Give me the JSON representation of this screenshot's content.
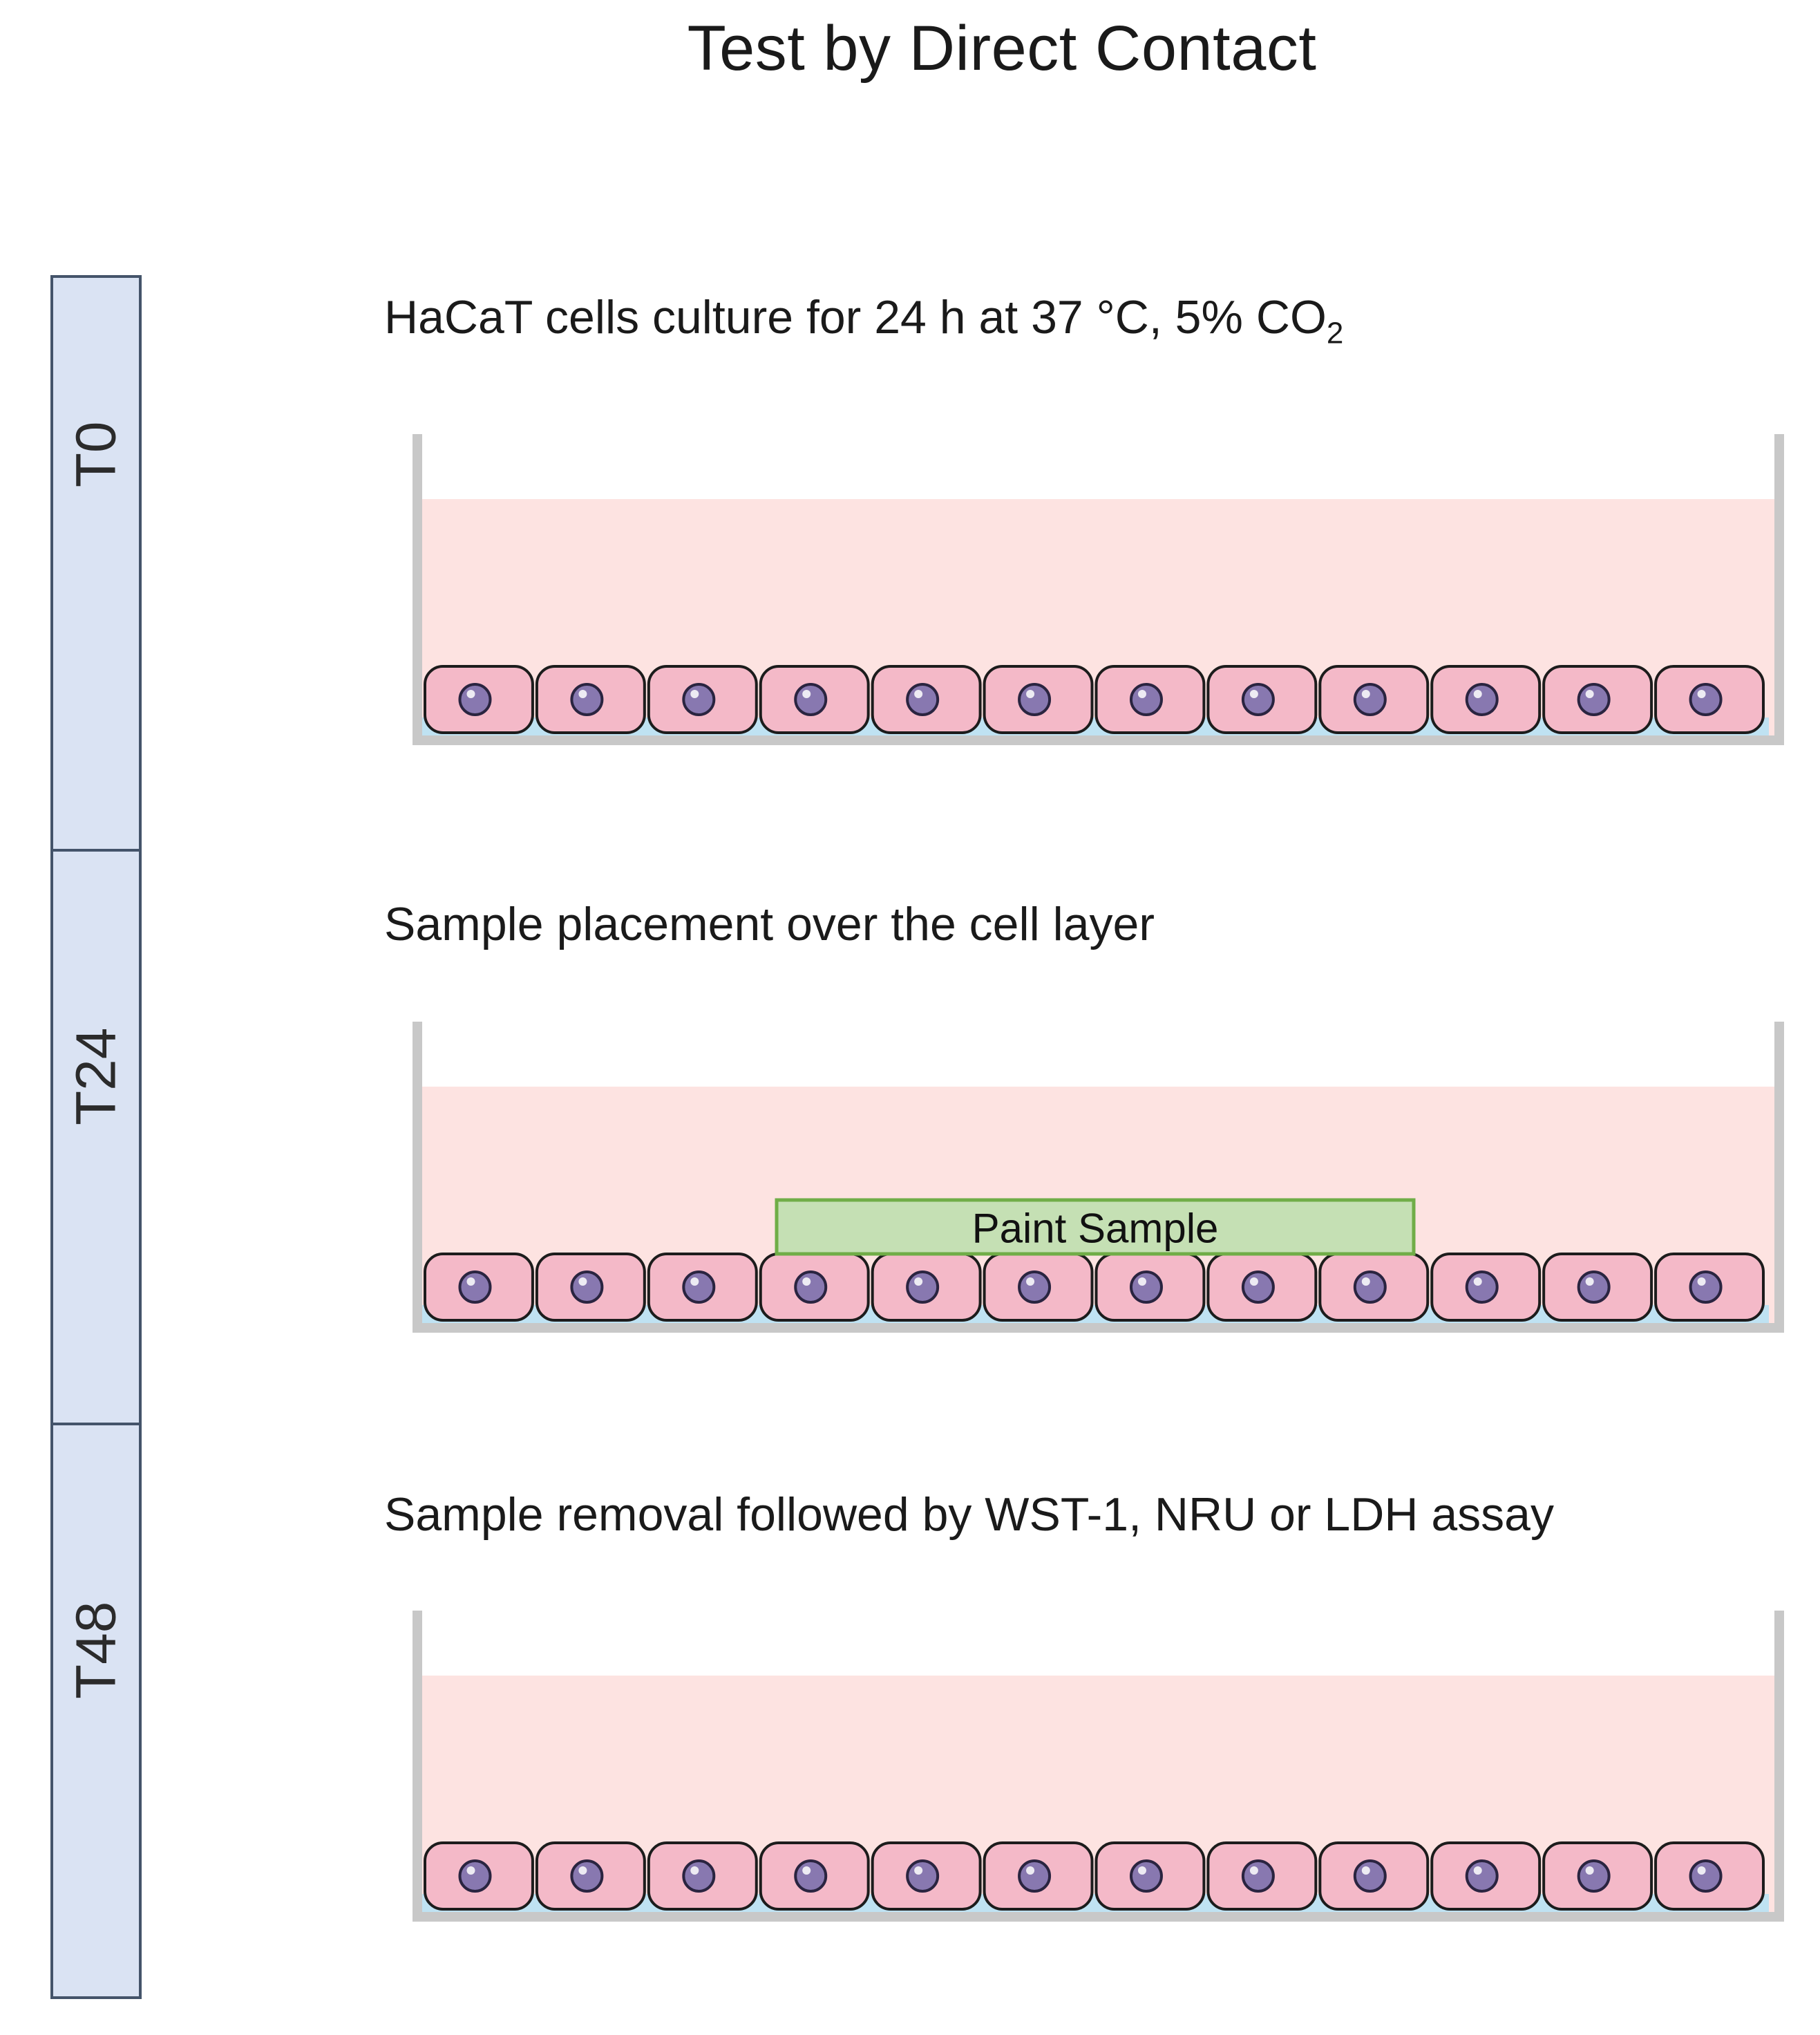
{
  "title": "Test by Direct Contact",
  "timepoints": [
    "T0",
    "T24",
    "T48"
  ],
  "steps": [
    {
      "caption": "HaCaT cells culture for 24 h at 37 °C, 5% CO",
      "caption_sub": "2",
      "has_sample": false
    },
    {
      "caption": "Sample placement over the cell layer",
      "caption_sub": "",
      "has_sample": true,
      "sample_label": "Paint Sample"
    },
    {
      "caption": "Sample removal followed by WST-1, NRU or LDH assay",
      "caption_sub": "",
      "has_sample": false
    }
  ],
  "cells_per_well": 12,
  "colors": {
    "timeline_fill": "#dae3f3",
    "timeline_stroke": "#44546a",
    "medium": "#fde3e1",
    "well_wall": "#c8c8c8",
    "cell_fill": "#f4b9c8",
    "cell_stroke": "#1c1c1c",
    "nucleus": "#8878b0",
    "base_layer": "#bfe2f2",
    "sample_fill": "#c5e0b4",
    "sample_stroke": "#70ad47"
  }
}
